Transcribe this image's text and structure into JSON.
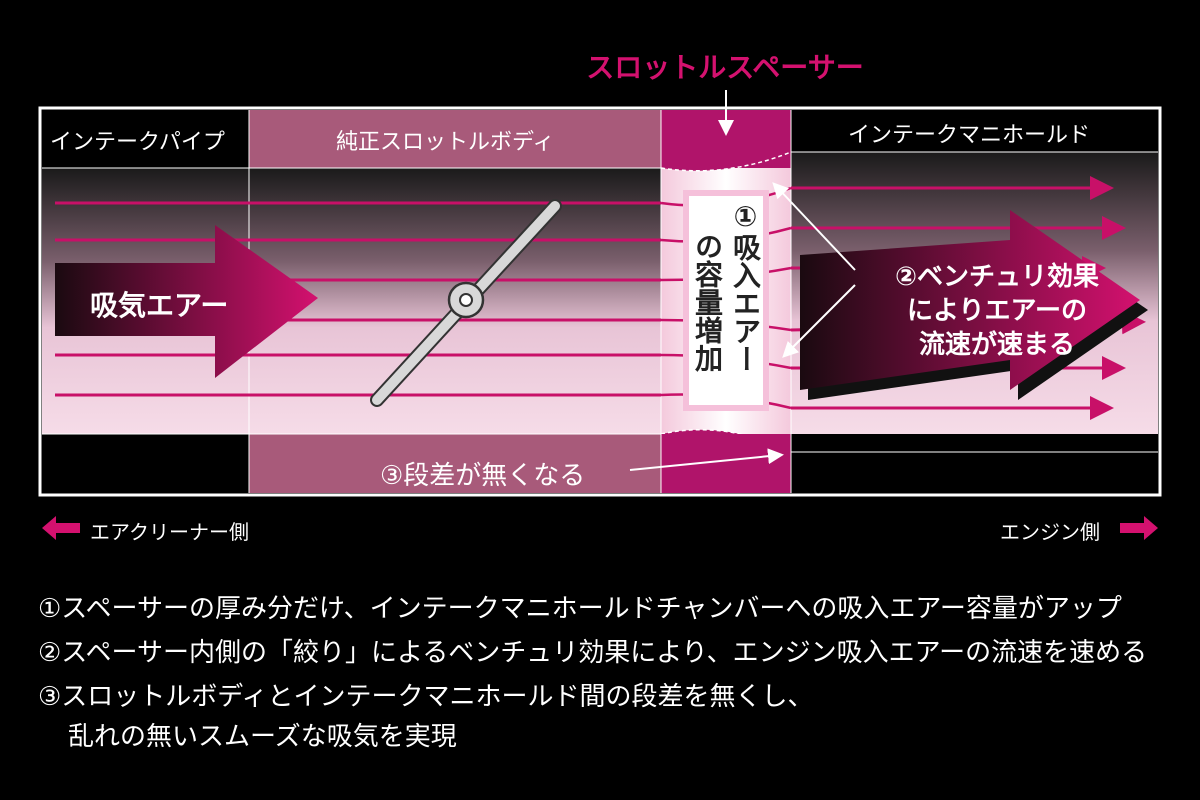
{
  "title": "スロットルスペーサー",
  "sections": {
    "intake_pipe": "インテークパイプ",
    "throttle_body": "純正スロットルボディ",
    "manifold": "インテークマニホールド"
  },
  "labels": {
    "intake_air": "吸気エアー",
    "capacity_num": "①",
    "capacity_col1": "吸入エアー",
    "capacity_col2": "の容量増加",
    "venturi": "②ベンチュリ効果\nによりエアーの\n流速が速まる",
    "step": "③段差が無くなる"
  },
  "direction": {
    "left": "エアクリーナー側",
    "right": "エンジン側"
  },
  "notes": [
    "①スペーサーの厚み分だけ、インテークマニホールドチャンバーへの吸入エアー容量がアップ",
    "②スペーサー内側の「絞り」によるベンチュリ効果により、エンジン吸入エアーの流速を速める",
    "③スロットルボディとインテークマニホールド間の段差を無くし、",
    "乱れの無いスムーズな吸気を実現"
  ],
  "colors": {
    "accent": "#d4116f",
    "throttle_body": "#a85a7a",
    "spacer": "#b0146a",
    "flow_line": "#c81068"
  }
}
